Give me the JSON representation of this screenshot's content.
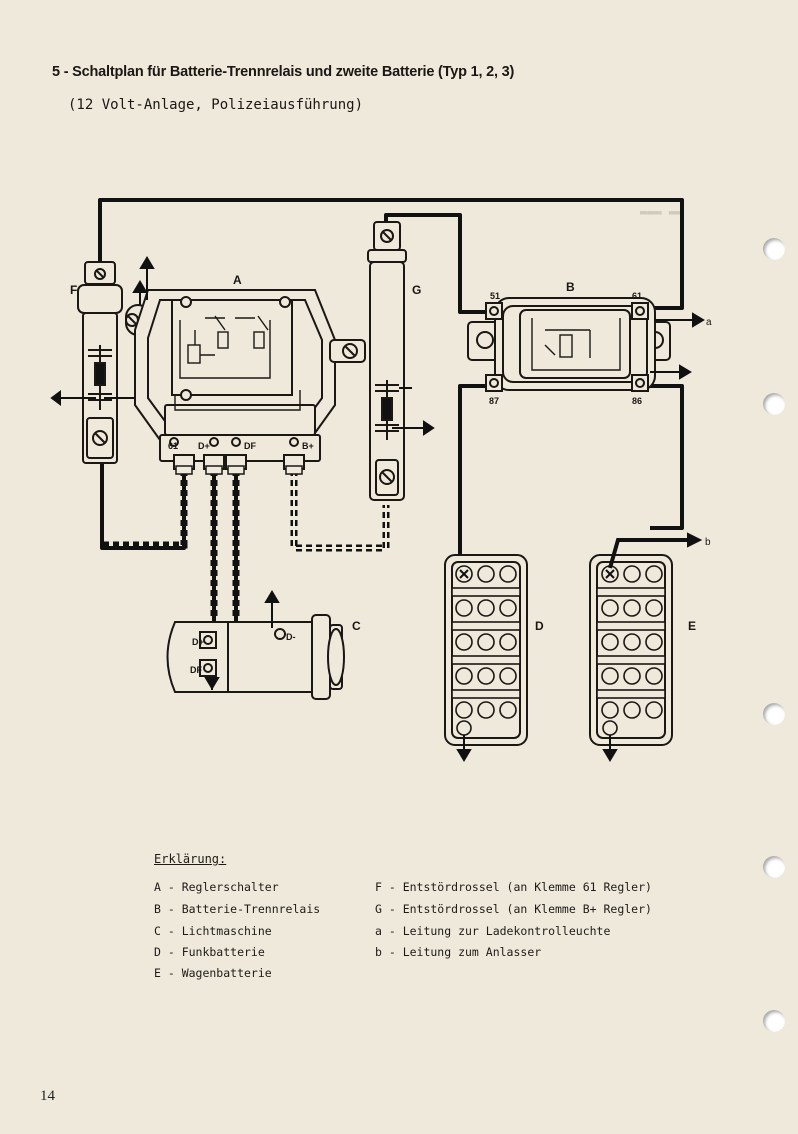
{
  "title": "5 - Schaltplan für Batterie-Trennrelais und zweite Batterie (Typ 1, 2, 3)",
  "subtitle": "(12 Volt-Anlage, Polizeiausführung)",
  "page_number": "14",
  "component_labels": {
    "A": "A",
    "B": "B",
    "C": "C",
    "D": "D",
    "E": "E",
    "F": "F",
    "G": "G"
  },
  "terminal_labels": {
    "t61_regler": "61",
    "d_plus": "D+",
    "d_minus": "D-",
    "df": "DF",
    "b_plus": "B+",
    "t51": "51",
    "t61_relais": "61",
    "t87": "87",
    "t86": "86",
    "gen_d_plus": "D+",
    "gen_df": "DF",
    "gen_d_minus": "D-"
  },
  "lead_labels": {
    "a": "a",
    "b": "b"
  },
  "legend": {
    "heading": "Erklärung:",
    "left": [
      "A - Reglerschalter",
      "B - Batterie-Trennrelais",
      "C - Lichtmaschine",
      "D - Funkbatterie",
      "E - Wagenbatterie"
    ],
    "right": [
      "F - Entstördrossel (an Klemme 61 Regler)",
      "G - Entstördrossel (an Klemme B+ Regler)",
      "a - Leitung zur Ladekontrolleuchte",
      "b - Leitung zum Anlasser"
    ]
  },
  "colors": {
    "paper": "#efe9dc",
    "ink": "#1e1b17",
    "wire": "#111111"
  }
}
